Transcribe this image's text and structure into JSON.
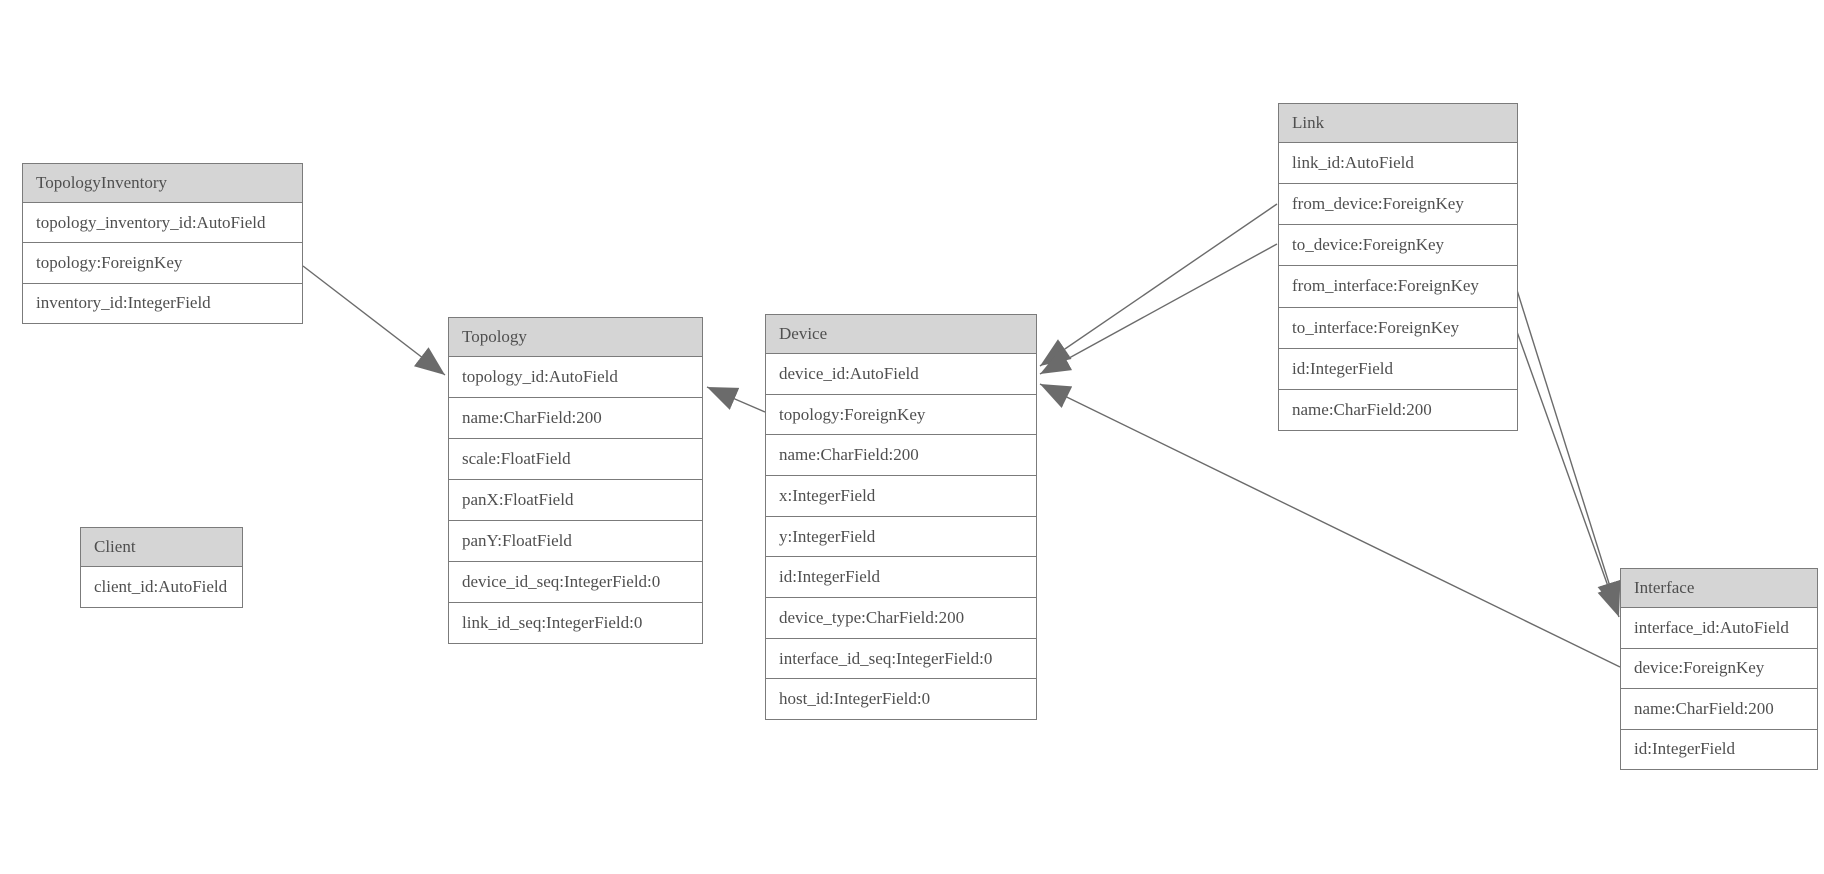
{
  "diagram": {
    "colors": {
      "background": "#ffffff",
      "node_border": "#7b7b7b",
      "header_fill": "#d5d5d5",
      "row_fill": "#ffffff",
      "text": "#4f4f4f",
      "edge": "#6b6b6b"
    },
    "entities": [
      {
        "title": "TopologyInventory",
        "fields": [
          "topology_inventory_id:AutoField",
          "topology:ForeignKey",
          "inventory_id:IntegerField"
        ]
      },
      {
        "title": "Topology",
        "fields": [
          "topology_id:AutoField",
          "name:CharField:200",
          "scale:FloatField",
          "panX:FloatField",
          "panY:FloatField",
          "device_id_seq:IntegerField:0",
          "link_id_seq:IntegerField:0"
        ]
      },
      {
        "title": "Client",
        "fields": [
          "client_id:AutoField"
        ]
      },
      {
        "title": "Device",
        "fields": [
          "device_id:AutoField",
          "topology:ForeignKey",
          "name:CharField:200",
          "x:IntegerField",
          "y:IntegerField",
          "id:IntegerField",
          "device_type:CharField:200",
          "interface_id_seq:IntegerField:0",
          "host_id:IntegerField:0"
        ]
      },
      {
        "title": "Link",
        "fields": [
          "link_id:AutoField",
          "from_device:ForeignKey",
          "to_device:ForeignKey",
          "from_interface:ForeignKey",
          "to_interface:ForeignKey",
          "id:IntegerField",
          "name:CharField:200"
        ]
      },
      {
        "title": "Interface",
        "fields": [
          "interface_id:AutoField",
          "device:ForeignKey",
          "name:CharField:200",
          "id:IntegerField"
        ]
      }
    ],
    "relations": [
      {
        "from": "TopologyInventory.topology",
        "to": "Topology.topology_id"
      },
      {
        "from": "Device.topology",
        "to": "Topology.topology_id"
      },
      {
        "from": "Link.from_device",
        "to": "Device.device_id"
      },
      {
        "from": "Link.to_device",
        "to": "Device.device_id"
      },
      {
        "from": "Interface.device",
        "to": "Device.device_id"
      },
      {
        "from": "Link.from_interface",
        "to": "Interface.interface_id"
      },
      {
        "from": "Link.to_interface",
        "to": "Interface.interface_id"
      }
    ]
  }
}
